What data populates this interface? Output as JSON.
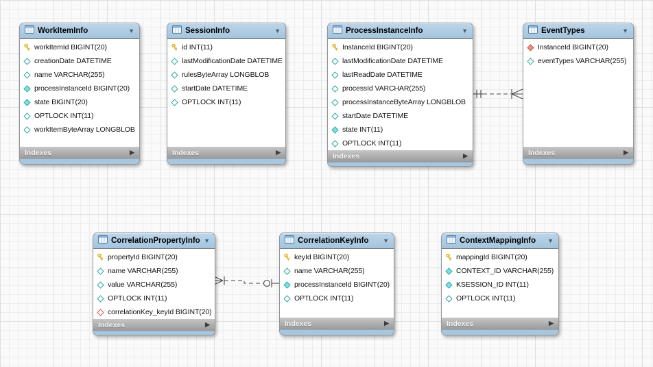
{
  "diagram": {
    "icons": {
      "collapse_glyph": "▼",
      "expand_glyph": "▶"
    },
    "colors": {
      "canvas_bg": "#fafafa",
      "grid_minor": "#ededed",
      "grid_major": "#dcdfe2",
      "body_bg": "#ffffff",
      "outline": "#8d979f",
      "header_blue_top": "#bcd6ea",
      "header_blue_bottom": "#a3c4dd",
      "strip_blue": "#a8c7de",
      "footer_gray_top": "#c6c6c6",
      "footer_gray_bottom": "#9a9a9a",
      "footer_text": "#f5f5f5",
      "title_text": "#000000",
      "row_text": "#111111",
      "key_yellow": "#f7d24a",
      "key_outline": "#c79f25",
      "column_teal": "#2fa8a4",
      "column_teal_fill": "#7fe0df",
      "fk_red": "#c4574c",
      "fk_red_fill": "#ec9287",
      "relationship_line": "#474747"
    },
    "tables": [
      {
        "name": "WorkItemInfo",
        "title": "WorkItemInfo",
        "footer_label": "Indexes",
        "columns": [
          {
            "label": "workItemId BIGINT(20)",
            "icon": "primary-key-icon"
          },
          {
            "label": "creationDate DATETIME",
            "icon": "nullable-column-icon"
          },
          {
            "label": "name VARCHAR(255)",
            "icon": "nullable-column-icon"
          },
          {
            "label": "processInstanceId BIGINT(20)",
            "icon": "required-column-icon"
          },
          {
            "label": "state BIGINT(20)",
            "icon": "required-column-icon"
          },
          {
            "label": "OPTLOCK INT(11)",
            "icon": "nullable-column-icon"
          },
          {
            "label": "workItemByteArray LONGBLOB",
            "icon": "nullable-column-icon"
          }
        ]
      },
      {
        "name": "SessionInfo",
        "title": "SessionInfo",
        "footer_label": "Indexes",
        "columns": [
          {
            "label": "id INT(11)",
            "icon": "primary-key-icon"
          },
          {
            "label": "lastModificationDate DATETIME",
            "icon": "nullable-column-icon"
          },
          {
            "label": "rulesByteArray LONGBLOB",
            "icon": "nullable-column-icon"
          },
          {
            "label": "startDate DATETIME",
            "icon": "nullable-column-icon"
          },
          {
            "label": "OPTLOCK INT(11)",
            "icon": "nullable-column-icon"
          }
        ]
      },
      {
        "name": "ProcessInstanceInfo",
        "title": "ProcessInstanceInfo",
        "footer_label": "Indexes",
        "columns": [
          {
            "label": "InstanceId BIGINT(20)",
            "icon": "primary-key-icon"
          },
          {
            "label": "lastModificationDate DATETIME",
            "icon": "nullable-column-icon"
          },
          {
            "label": "lastReadDate DATETIME",
            "icon": "nullable-column-icon"
          },
          {
            "label": "processId VARCHAR(255)",
            "icon": "nullable-column-icon"
          },
          {
            "label": "processInstanceByteArray LONGBLOB",
            "icon": "nullable-column-icon"
          },
          {
            "label": "startDate DATETIME",
            "icon": "nullable-column-icon"
          },
          {
            "label": "state INT(11)",
            "icon": "required-column-icon"
          },
          {
            "label": "OPTLOCK INT(11)",
            "icon": "nullable-column-icon"
          }
        ]
      },
      {
        "name": "EventTypes",
        "title": "EventTypes",
        "footer_label": "Indexes",
        "columns": [
          {
            "label": "InstanceId BIGINT(20)",
            "icon": "foreign-key-required-icon"
          },
          {
            "label": "eventTypes VARCHAR(255)",
            "icon": "nullable-column-icon"
          }
        ]
      },
      {
        "name": "CorrelationPropertyInfo",
        "title": "CorrelationPropertyInfo",
        "footer_label": "Indexes",
        "columns": [
          {
            "label": "propertyId BIGINT(20)",
            "icon": "primary-key-icon"
          },
          {
            "label": "name VARCHAR(255)",
            "icon": "nullable-column-icon"
          },
          {
            "label": "value VARCHAR(255)",
            "icon": "nullable-column-icon"
          },
          {
            "label": "OPTLOCK INT(11)",
            "icon": "nullable-column-icon"
          },
          {
            "label": "correlationKey_keyId BIGINT(20)",
            "icon": "foreign-key-nullable-icon"
          }
        ]
      },
      {
        "name": "CorrelationKeyInfo",
        "title": "CorrelationKeyInfo",
        "footer_label": "Indexes",
        "columns": [
          {
            "label": "keyId BIGINT(20)",
            "icon": "primary-key-icon"
          },
          {
            "label": "name VARCHAR(255)",
            "icon": "nullable-column-icon"
          },
          {
            "label": "processInstanceId BIGINT(20)",
            "icon": "required-column-icon"
          },
          {
            "label": "OPTLOCK INT(11)",
            "icon": "nullable-column-icon"
          }
        ]
      },
      {
        "name": "ContextMappingInfo",
        "title": "ContextMappingInfo",
        "footer_label": "Indexes",
        "columns": [
          {
            "label": "mappingId BIGINT(20)",
            "icon": "primary-key-icon"
          },
          {
            "label": "CONTEXT_ID VARCHAR(255)",
            "icon": "required-column-icon"
          },
          {
            "label": "KSESSION_ID INT(11)",
            "icon": "required-column-icon"
          },
          {
            "label": "OPTLOCK INT(11)",
            "icon": "nullable-column-icon"
          }
        ]
      }
    ],
    "relationships": [
      {
        "from": "ProcessInstanceInfo",
        "to": "EventTypes",
        "cardinality": "one-to-many",
        "line_style": "dashed"
      },
      {
        "from": "CorrelationKeyInfo",
        "to": "CorrelationPropertyInfo",
        "cardinality": "zero-or-one-to-many",
        "line_style": "dashed"
      }
    ]
  }
}
